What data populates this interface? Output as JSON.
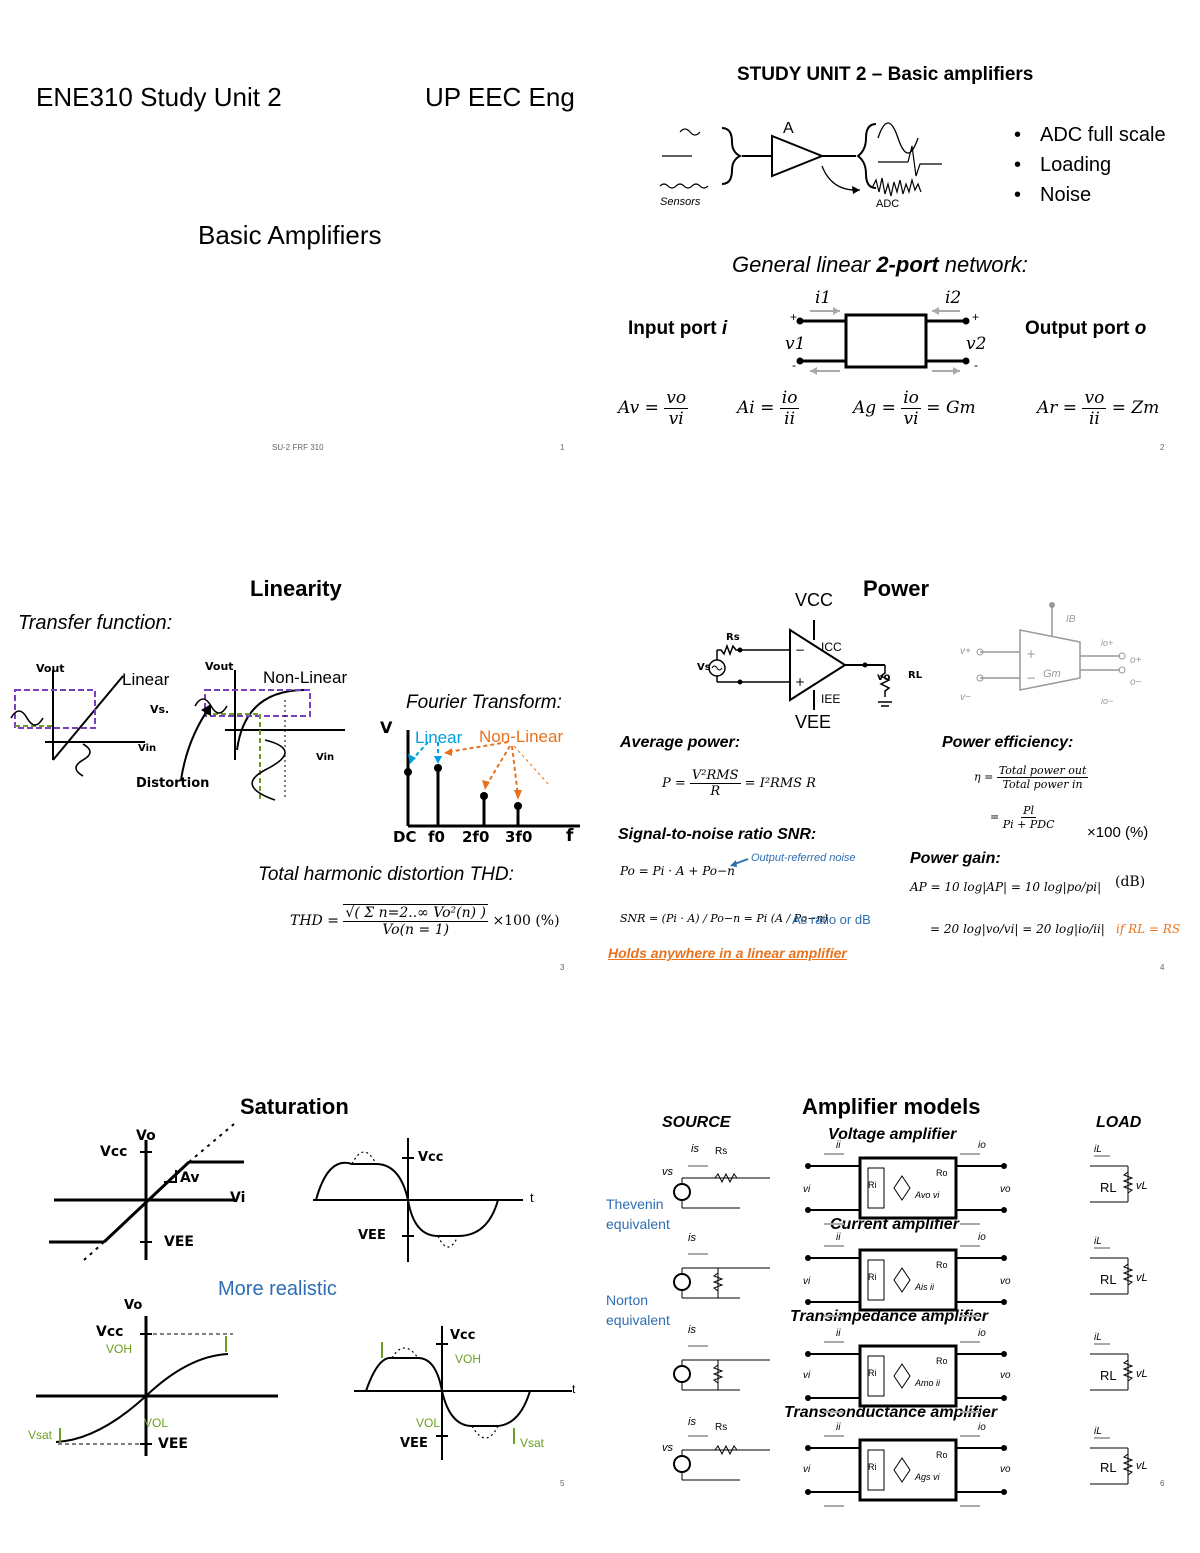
{
  "slide1": {
    "left_title": "ENE310 Study Unit 2",
    "right_title": "UP EEC Eng",
    "subtitle": "Basic Amplifiers",
    "footer": "SU-2 FRF 310",
    "page": "1"
  },
  "slide2": {
    "title": "STUDY UNIT 2 – Basic amplifiers",
    "bullets": [
      "ADC full scale",
      "Loading",
      "Noise"
    ],
    "sketch_labels": {
      "amp": "A",
      "sensors": "Sensors",
      "adc": "ADC"
    },
    "network_heading_a": "General linear ",
    "network_heading_b": "2-port",
    "network_heading_c": " network:",
    "input_port": "Input port ",
    "input_port_sym": "i",
    "output_port": "Output port ",
    "output_port_sym": "o",
    "labels": {
      "i1": "i1",
      "i2": "i2",
      "v1": "v1",
      "v2": "v2",
      "plus": "+",
      "minus": "-"
    },
    "eq": {
      "av_l": "Av =",
      "av_n": "vo",
      "av_d": "vi",
      "ai_l": "Ai =",
      "ai_n": "io",
      "ai_d": "ii",
      "ag_l": "Ag =",
      "ag_n": "io",
      "ag_d": "vi",
      "ag_r": "= Gm",
      "ar_l": "Ar =",
      "ar_n": "vo",
      "ar_d": "ii",
      "ar_r": "= Zm"
    },
    "page": "2"
  },
  "slide3": {
    "title": "Linearity",
    "transfer": "Transfer function:",
    "linear": "Linear",
    "nonlinear": "Non-Linear",
    "vout": "Vout",
    "vin": "Vin",
    "vs": "Vs.",
    "distortion": "Distortion",
    "fourier": "Fourier Transform:",
    "ft_v": "V",
    "ft_linear": "Linear",
    "ft_nonlinear": "Non-Linear",
    "ft_ticks": [
      "DC",
      "f0",
      "2f0",
      "3f0",
      "f"
    ],
    "thd_heading": "Total harmonic distortion THD:",
    "thd_lhs": "THD =",
    "thd_num": "√( Σ n=2..∞ Vo²(n) )",
    "thd_den": "Vo(n = 1)",
    "thd_rhs": "×100 (%)",
    "page": "3"
  },
  "slide4": {
    "title": "Power",
    "vcc": "VCC",
    "vee": "VEE",
    "icc": "ICC",
    "iee": "IEE",
    "rs": "Rs",
    "vs": "Vs",
    "rl": "RL",
    "vo": "vo",
    "gm": "Gm",
    "ib": "IB",
    "vplus": "v+",
    "vminus": "v−",
    "oplus": "o+",
    "ominus": "o−",
    "io_plus": "io+",
    "io_minus": "io−",
    "avg_power": "Average power:",
    "p_eq_l": "P =",
    "p_eq_n": "V²RMS",
    "p_eq_d": "R",
    "p_eq_r": "= I²RMS R",
    "snr_heading": "Signal-to-noise ratio SNR:",
    "po_eq": "Po = Pi · A + Po−n",
    "output_referred": "Output-referred noise",
    "snr_eq": "SNR = (Pi · A) / Po−n = Pi (A / Po−n)",
    "as_ratio": "As ratio or dB",
    "holds": "Holds anywhere in a linear amplifier",
    "efficiency": "Power efficiency:",
    "eta_l": "η =",
    "eta_n": "Total power out",
    "eta_d": "Total power in",
    "eta2_n": "Pl",
    "eta2_d": "Pi + PDC",
    "eta_pct": "×100 (%)",
    "gain_heading": "Power gain:",
    "ap_eq": "AP = 10 log|AP| = 10 log|po/pi|",
    "db": "(dB)",
    "ap_eq2": "= 20 log|vo/vi| = 20 log|io/ii|",
    "cond": "if RL = RS",
    "page": "4"
  },
  "slide5": {
    "title": "Saturation",
    "vo": "Vo",
    "vcc": "Vcc",
    "vee": "VEE",
    "av": "Av",
    "vi": "Vi",
    "t": "t",
    "more_realistic": "More realistic",
    "voh": "VOH",
    "vol": "VOL",
    "vsat": "Vsat",
    "page": "5"
  },
  "slide6": {
    "title": "Amplifier models",
    "source": "SOURCE",
    "load": "LOAD",
    "thevenin": [
      "Thevenin",
      "equivalent"
    ],
    "norton": [
      "Norton",
      "equivalent"
    ],
    "models": [
      "Voltage amplifier",
      "Current amplifier",
      "Transimpedance amplifier",
      "Transconductance amplifier"
    ],
    "gains": [
      "Avo vi",
      "Ais ii",
      "Amo ii",
      "Ags vi"
    ],
    "is": "is",
    "rs": "Rs",
    "vs": "vs",
    "ri": "Ri",
    "ro": "Ro",
    "ii": "ii",
    "io": "io",
    "vi": "vi",
    "vo": "vo",
    "il": "iL",
    "rl": "RL",
    "vl": "vL",
    "page": "6"
  }
}
